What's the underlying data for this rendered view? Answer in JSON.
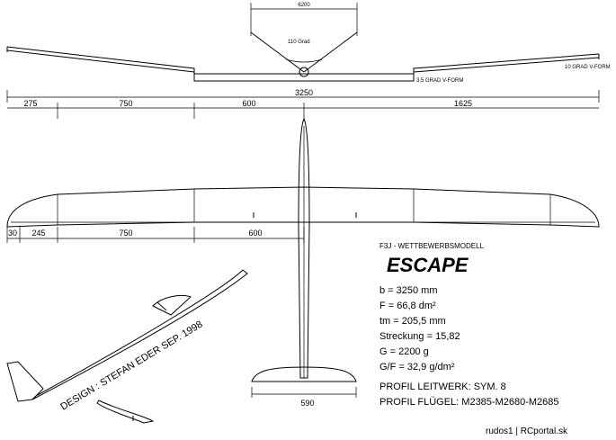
{
  "front_view": {
    "span_top_label": "6200",
    "angle_label": "110 Grad",
    "dihedral_inner_label": "3,5 GRAD V-FORM",
    "dihedral_outer_label": "10 GRAD V-FORM"
  },
  "dimensions_top": {
    "total": "3250",
    "segments": [
      "275",
      "750",
      "600",
      "1625"
    ]
  },
  "dimensions_wing": {
    "segments": [
      "30",
      "245",
      "750",
      "600"
    ]
  },
  "tail_span": "590",
  "title_block": {
    "subtitle": "F3J - WETTBEWERBSMODELL",
    "title": "ESCAPE"
  },
  "specs": [
    "b = 3250 mm",
    "F = 66,8 dm²",
    "tm = 205,5 mm",
    "Streckung = 15,82",
    "G = 2200 g",
    "G/F = 32,9 g/dm²"
  ],
  "profiles": [
    "PROFIL LEITWERK: SYM. 8",
    "PROFIL FLÜGEL: M2385-M2680-M2685"
  ],
  "design_credit": "DESIGN : STEFAN EDER SEP. 1998",
  "watermark": "rudos1 | RCportal.sk"
}
